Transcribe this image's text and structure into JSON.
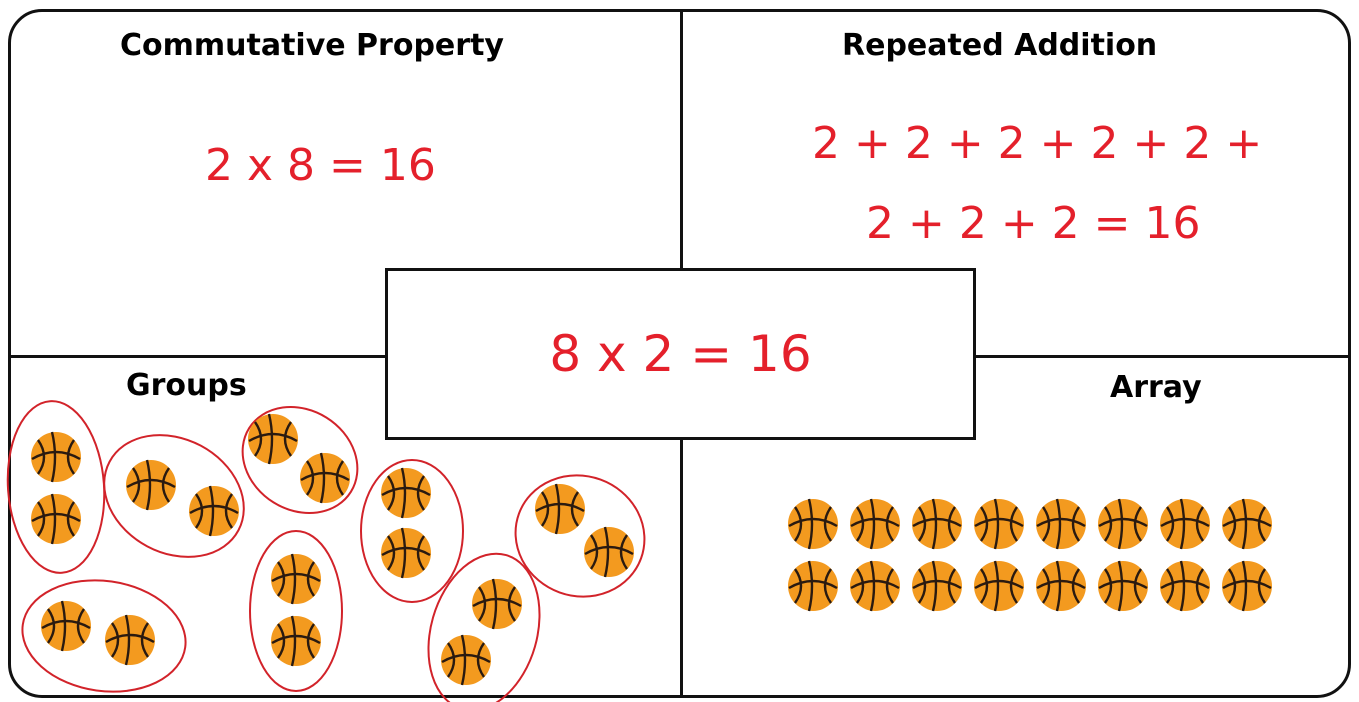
{
  "quadrants": {
    "top_left": {
      "title": "Commutative Property",
      "equation": "2 x 8 = 16"
    },
    "top_right": {
      "title": "Repeated Addition",
      "line1": "2 + 2 + 2 + 2 + 2 +",
      "line2": "2 + 2 + 2 = 16"
    },
    "bottom_left": {
      "title": "Groups",
      "group_count": 8,
      "balls_per_group": 2
    },
    "bottom_right": {
      "title": "Array",
      "rows": 2,
      "columns": 8
    }
  },
  "center": {
    "equation": "8 x 2 = 16"
  },
  "colors": {
    "equation": "#e4202b",
    "group_outline": "#d2232a",
    "ball": "#f39a1f",
    "ball_seam": "#2a1a10",
    "border": "#111111"
  },
  "icons": {
    "ball": "basketball-icon"
  }
}
